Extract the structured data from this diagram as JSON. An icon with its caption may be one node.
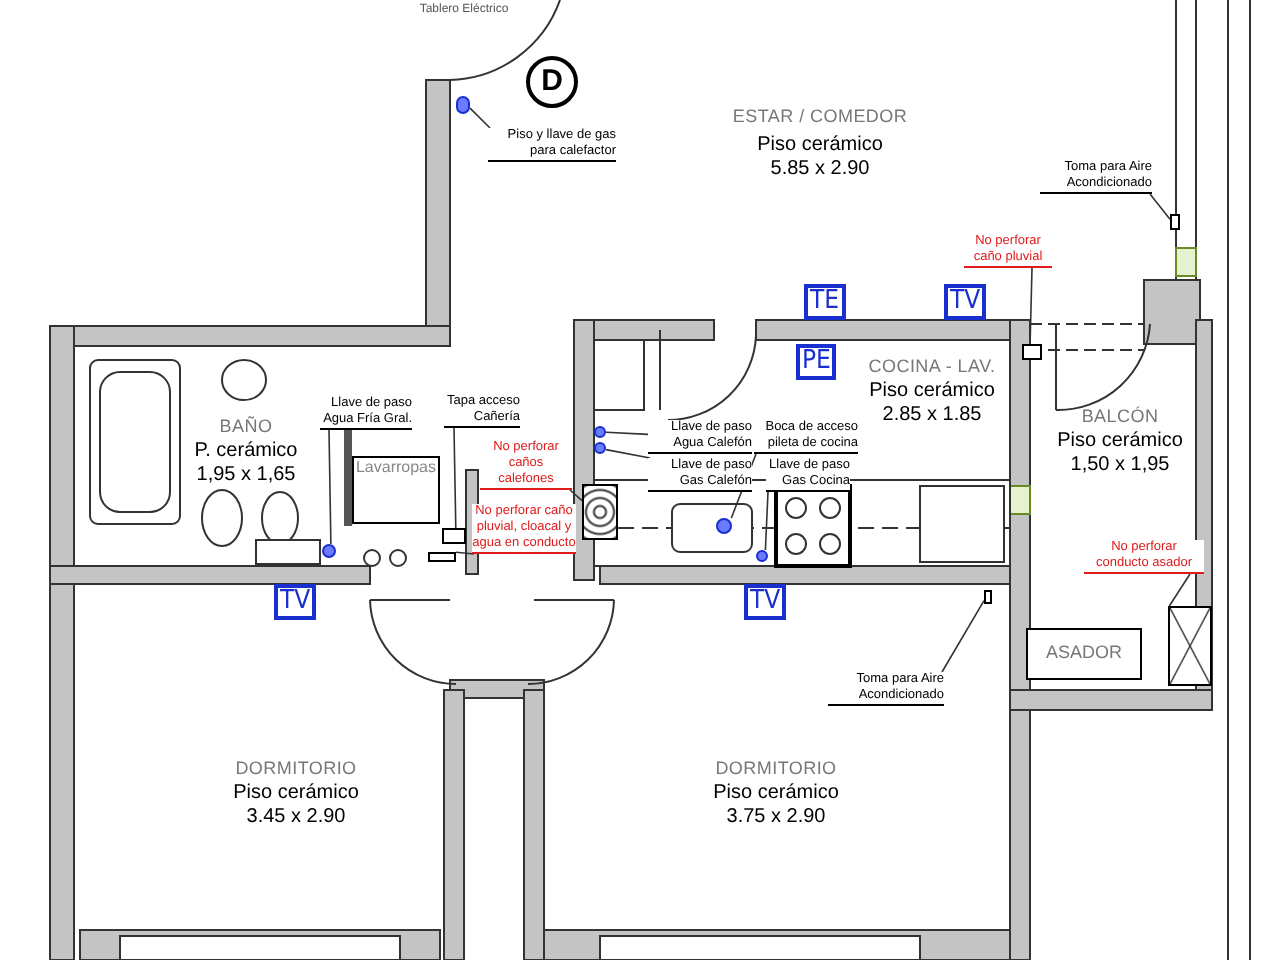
{
  "diagram": {
    "nodes": [
      {
        "text": [
          "D"
        ]
      },
      {
        "text": [
          "Piso y llave de gas para calefactor"
        ]
      },
      {
        "text": [],
        "shape": "circle"
      },
      {
        "text": [
          "Llave de paso Agua Fría Gral."
        ]
      },
      {
        "text": [],
        "shape": "circle"
      },
      {
        "text": [
          "Tapa acceso Cañería"
        ]
      },
      {
        "text": [],
        "shape": "box"
      },
      {
        "text": [
          "Lavarropas"
        ]
      },
      {
        "text": [
          "No perforar caños calefones"
        ]
      },
      {
        "text": [],
        "shape": "box"
      },
      {
        "text": [
          "No perforar caño pluvial, cloacal y agua en conducto"
        ]
      },
      {
        "text": [],
        "shape": "box"
      },
      {
        "text": [
          "Llave de paso Agua Calefón"
        ]
      },
      {
        "text": [],
        "shape": "circle"
      },
      {
        "text": [
          "Llave de paso Gas Calefón"
        ]
      },
      {
        "text": [],
        "shape": "circle"
      },
      {
        "text": [
          "Boca de acceso pileta de cocina"
        ]
      },
      {
        "text": [],
        "shape": "circle"
      },
      {
        "text": [
          "Llave de paso Gas Cocina"
        ]
      },
      {
        "text": [],
        "shape": "circle"
      },
      {
        "text": [
          "No perforar caño pluvial"
        ]
      },
      {
        "text": [],
        "shape": "box"
      },
      {
        "text": [
          "Toma para Aire Acondicionado"
        ]
      },
      {
        "text": [],
        "shape": "box"
      },
      {
        "text": [
          "No perforar conducto asador"
        ]
      },
      {
        "text": [],
        "shape": "box"
      },
      {
        "text": [
          "Toma para Aire Acondicionado"
        ]
      },
      {
        "text": [],
        "shape": "box"
      },
      {
        "text": [
          "TE"
        ]
      },
      {
        "text": [
          "PE"
        ]
      },
      {
        "text": [
          "TV"
        ]
      },
      {
        "text": [
          "TV"
        ]
      },
      {
        "text": [
          "TV"
        ]
      },
      {
        "text": [
          "ASADOR"
        ]
      }
    ],
    "edges": [
      {
        "from": 1,
        "to": 2,
        "arrow": "none"
      },
      {
        "from": 3,
        "to": 4,
        "arrow": "none"
      },
      {
        "from": 5,
        "to": 6,
        "arrow": "none"
      },
      {
        "from": 8,
        "to": 9,
        "arrow": "none"
      },
      {
        "from": 10,
        "to": 11,
        "arrow": "none"
      },
      {
        "from": 12,
        "to": 13,
        "arrow": "none"
      },
      {
        "from": 14,
        "to": 15,
        "arrow": "none"
      },
      {
        "from": 16,
        "to": 17,
        "arrow": "none"
      },
      {
        "from": 18,
        "to": 19,
        "arrow": "none"
      },
      {
        "from": 20,
        "to": 21,
        "arrow": "none"
      },
      {
        "from": 22,
        "to": 23,
        "arrow": "none"
      },
      {
        "from": 24,
        "to": 25,
        "arrow": "none"
      },
      {
        "from": 26,
        "to": 27,
        "arrow": "none"
      }
    ],
    "labels": [
      "Tablero Eléctrico",
      "ESTAR / COMEDOR",
      "Piso cerámico",
      "5.85 x 2.90",
      "BAÑO",
      "P. cerámico",
      "1,95 x 1,65",
      "COCINA - LAV.",
      "Piso cerámico",
      "2.85 x 1.85",
      "BALCÓN",
      "Piso cerámico",
      "1,50 x 1,95",
      "DORMITORIO",
      "Piso cerámico",
      "3.45 x 2.90",
      "DORMITORIO",
      "Piso cerámico",
      "3.75 x 2.90"
    ]
  }
}
